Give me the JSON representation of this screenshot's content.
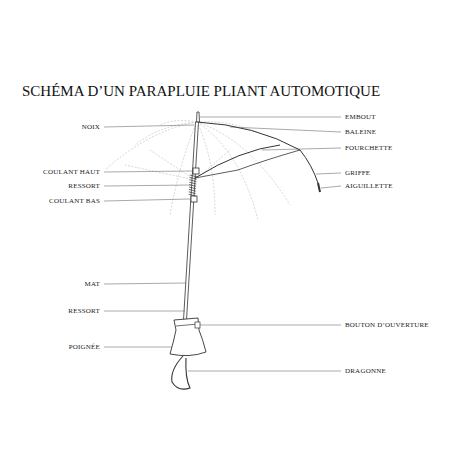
{
  "diagram": {
    "title": "SCHÉMA D’UN PARAPLUIE PLIANT AUTOMOTIQUE",
    "labels": [
      "NOIX",
      "EMBOUT",
      "BALEINE",
      "FOURCHETTE",
      "COULANT HAUT",
      "RESSORT",
      "GRIFFE",
      "AIGUILLETTE",
      "COULANT BAS",
      "MAT",
      "RESSORT",
      "BOUTON D’OUVERTURE",
      "POIGNÉE",
      "DRAGONNE"
    ]
  }
}
